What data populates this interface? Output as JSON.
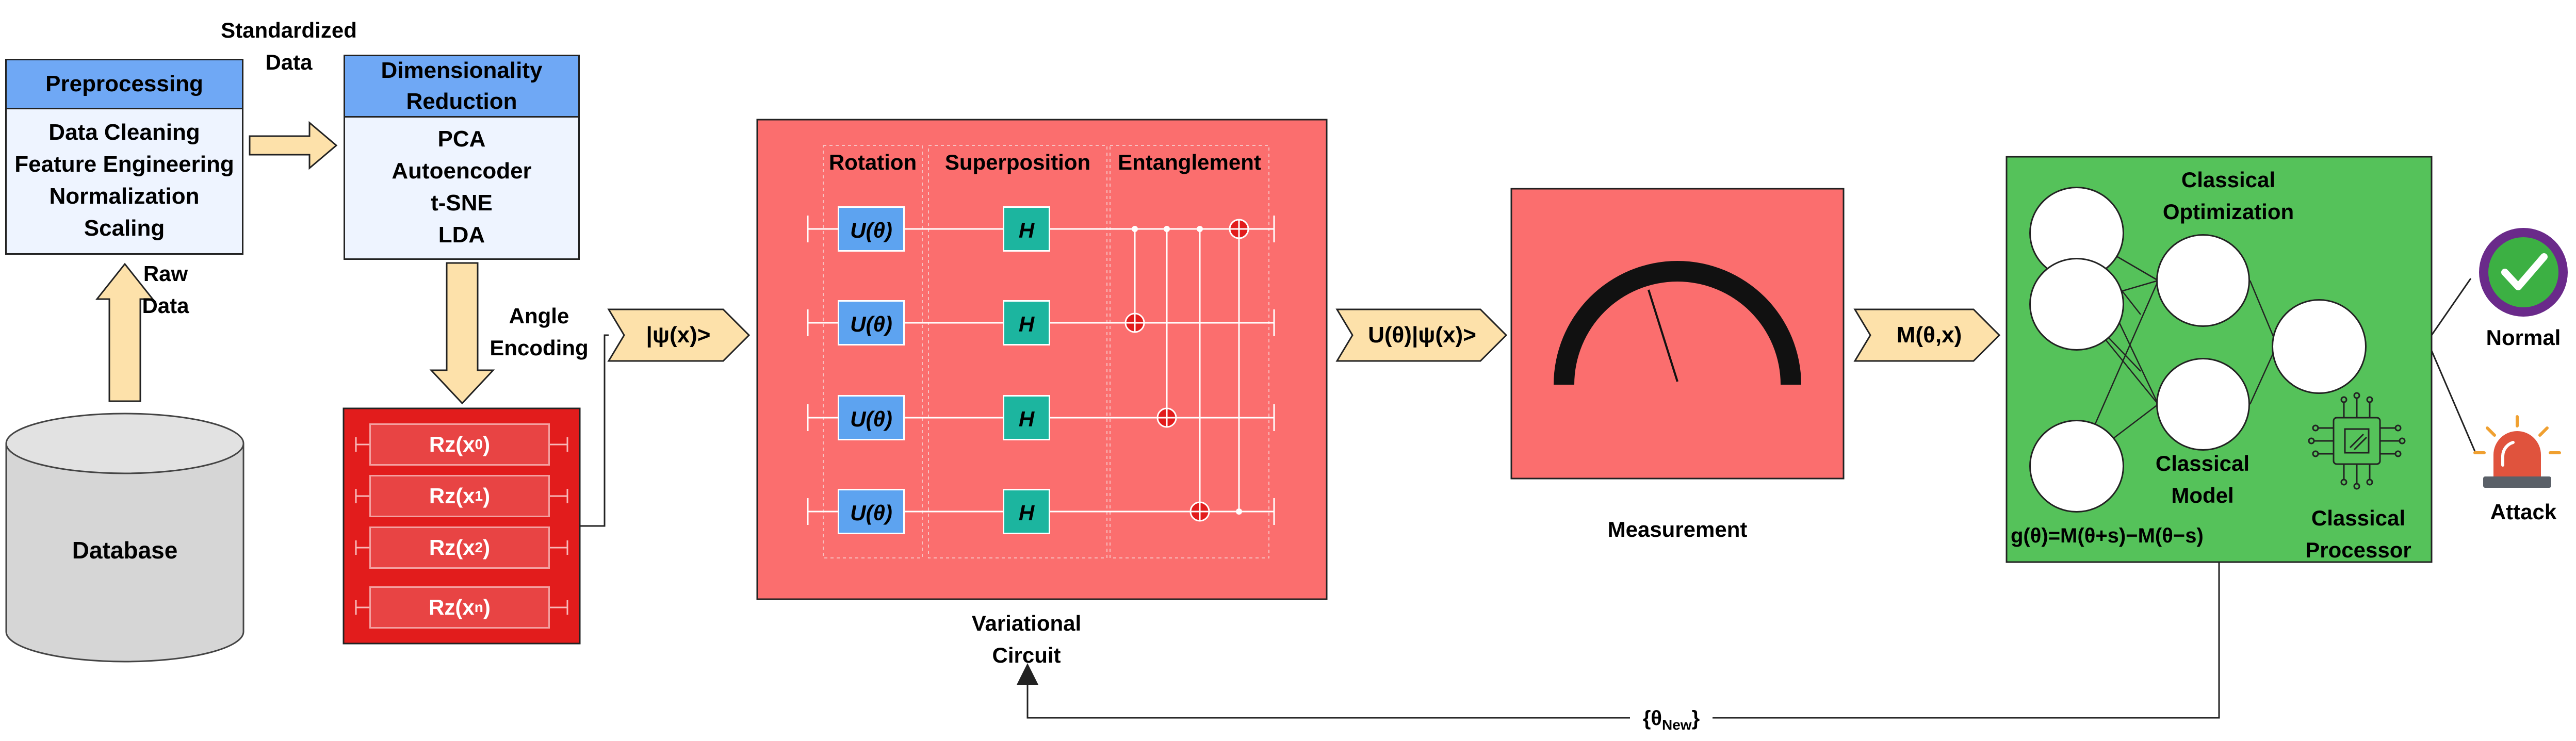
{
  "preprocessing": {
    "title": "Preprocessing",
    "items": [
      "Data Cleaning",
      "Feature Engineering",
      "Normalization",
      "Scaling"
    ]
  },
  "standardized_label": [
    "Standardized",
    "Data"
  ],
  "dimensionality": {
    "title": [
      "Dimensionality",
      "Reduction"
    ],
    "items": [
      "PCA",
      "Autoencoder",
      "t-SNE",
      "LDA"
    ]
  },
  "raw_data_label": [
    "Raw",
    "Data"
  ],
  "database_label": "Database",
  "angle_encoding_label": [
    "Angle",
    "Encoding"
  ],
  "rz_gates": [
    {
      "base": "Rz(x",
      "sub": "0",
      "close": ")"
    },
    {
      "base": "Rz(x",
      "sub": "1",
      "close": ")"
    },
    {
      "base": "Rz(x",
      "sub": "2",
      "close": ")"
    },
    {
      "base": "Rz(x",
      "sub": "n",
      "close": ")"
    }
  ],
  "psi_tag": "|ψ(x)>",
  "circuit": {
    "sections": [
      "Rotation",
      "Superposition",
      "Entanglement"
    ],
    "rotation_gate": "U(θ)",
    "hadamard_gate": "H",
    "caption": [
      "Variational",
      "Circuit"
    ]
  },
  "u_psi_tag": "U(θ)|ψ(x)>",
  "measurement_label": "Measurement",
  "m_tag": "M(θ,x)",
  "classical": {
    "optimization": [
      "Classical",
      "Optimization"
    ],
    "model": [
      "Classical",
      "Model"
    ],
    "processor": [
      "Classical",
      "Processor"
    ],
    "gradient": "g(θ)=M(θ+s)−M(θ−s)"
  },
  "outputs": {
    "normal": "Normal",
    "attack": "Attack"
  },
  "feedback": {
    "base": "{θ",
    "sub": "New",
    "close": "}"
  },
  "colors": {
    "blue_header": "#6fa8f5",
    "encoding_red": "#e21c1c",
    "circuit_red": "#fb6e6e",
    "green": "#55c25a",
    "arrow_fill": "#fde1aa",
    "rotation_gate": "#5da3f0",
    "hadamard_gate": "#1cb59f",
    "check_purple": "#6a2a8a",
    "check_green": "#3cb043",
    "alarm_red": "#e0533d"
  }
}
